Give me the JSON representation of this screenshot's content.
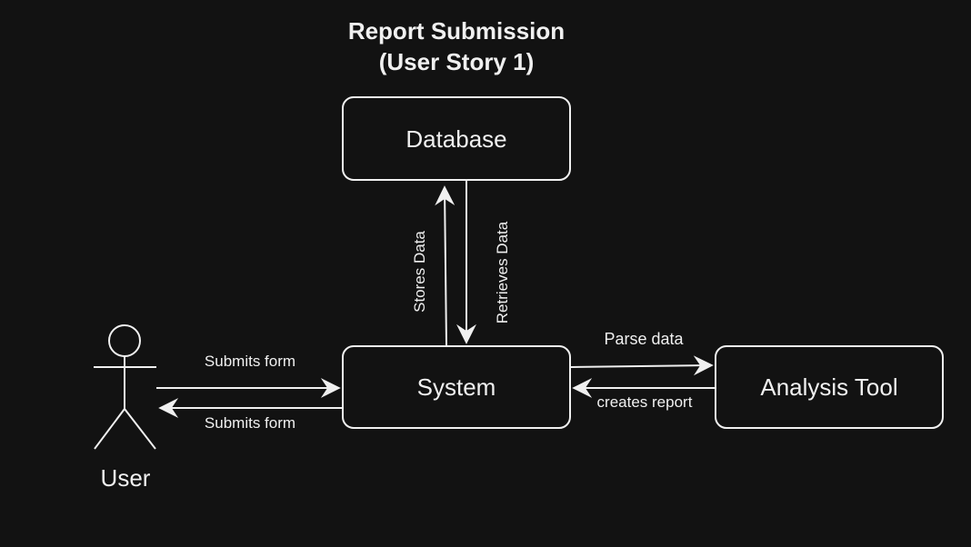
{
  "diagram": {
    "title_line1": "Report Submission",
    "title_line2": "(User Story 1)",
    "nodes": {
      "database": "Database",
      "system": "System",
      "analysis_tool": "Analysis Tool",
      "user": "User"
    },
    "edges": {
      "stores_data": "Stores Data",
      "retrieves_data": "Retrieves Data",
      "parse_data": "Parse data",
      "creates_report": "creates report",
      "submits_form_to_system": "Submits form",
      "submits_form_to_user": "Submits form"
    },
    "colors": {
      "background": "#121212",
      "foreground": "#f0f0f0"
    }
  }
}
